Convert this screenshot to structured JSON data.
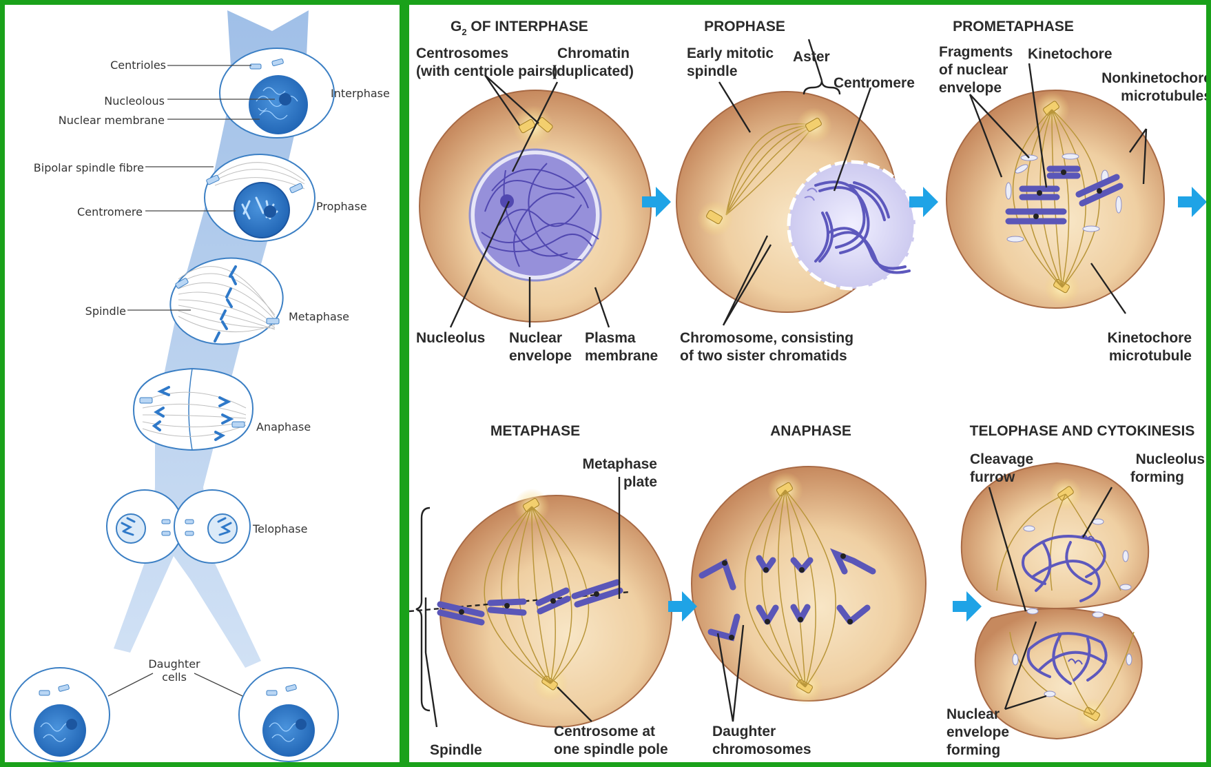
{
  "left_panel": {
    "labels": {
      "centrioles": "Centrioles",
      "nucleolous": "Nucleolous",
      "nuclear_membrane": "Nuclear membrane",
      "bipolar_spindle": "Bipolar spindle fibre",
      "centromere": "Centromere",
      "spindle": "Spindle",
      "daughter_1": "Daughter",
      "daughter_2": "cells"
    },
    "stages": {
      "interphase": "Interphase",
      "prophase": "Prophase",
      "metaphase": "Metaphase",
      "anaphase": "Anaphase",
      "telophase": "Telophase"
    }
  },
  "right_panel": {
    "titles": {
      "g2_main": "G",
      "g2_sub": "2",
      "g2_rest": " OF INTERPHASE",
      "prophase": "PROPHASE",
      "prometaphase": "PROMETAPHASE",
      "metaphase": "METAPHASE",
      "anaphase": "ANAPHASE",
      "telophase": "TELOPHASE AND CYTOKINESIS"
    },
    "labels": {
      "centrosomes_1": "Centrosomes",
      "centrosomes_2": "(with centriole pairs)",
      "chromatin_1": "Chromatin",
      "chromatin_2": "(duplicated)",
      "nucleolus": "Nucleolus",
      "nuclear_env_1": "Nuclear",
      "nuclear_env_2": "envelope",
      "plasma_1": "Plasma",
      "plasma_2": "membrane",
      "early_1": "Early mitotic",
      "early_2": "spindle",
      "aster": "Aster",
      "centromere": "Centromere",
      "chromosome_1": "Chromosome, consisting",
      "chromosome_2": "of two sister chromatids",
      "fragments_1": "Fragments",
      "fragments_2": "of nuclear",
      "fragments_3": "envelope",
      "kinetochore": "Kinetochore",
      "nonkin_1": "Nonkinetochore",
      "nonkin_2": "microtubules",
      "kin_mt_1": "Kinetochore",
      "kin_mt_2": "microtubule",
      "meta_plate_1": "Metaphase",
      "meta_plate_2": "plate",
      "spindle": "Spindle",
      "centrosome_pole_1": "Centrosome at",
      "centrosome_pole_2": "one spindle pole",
      "daughter_chr_1": "Daughter",
      "daughter_chr_2": "chromosomes",
      "cleavage_1": "Cleavage",
      "cleavage_2": "furrow",
      "nucleolus_forming_1": "Nucleolus",
      "nucleolus_forming_2": "forming",
      "nuc_env_forming_1": "Nuclear",
      "nuc_env_forming_2": "envelope",
      "nuc_env_forming_3": "forming"
    }
  },
  "colors": {
    "border": "#1aa11a",
    "left_stream": "#a9c8ec",
    "left_nucleus": "#2f79c9",
    "cell_outer": "#c98d62",
    "cell_inner": "#f6ddb8",
    "chromosome": "#5a56b8",
    "arrow": "#1fa3e6"
  }
}
